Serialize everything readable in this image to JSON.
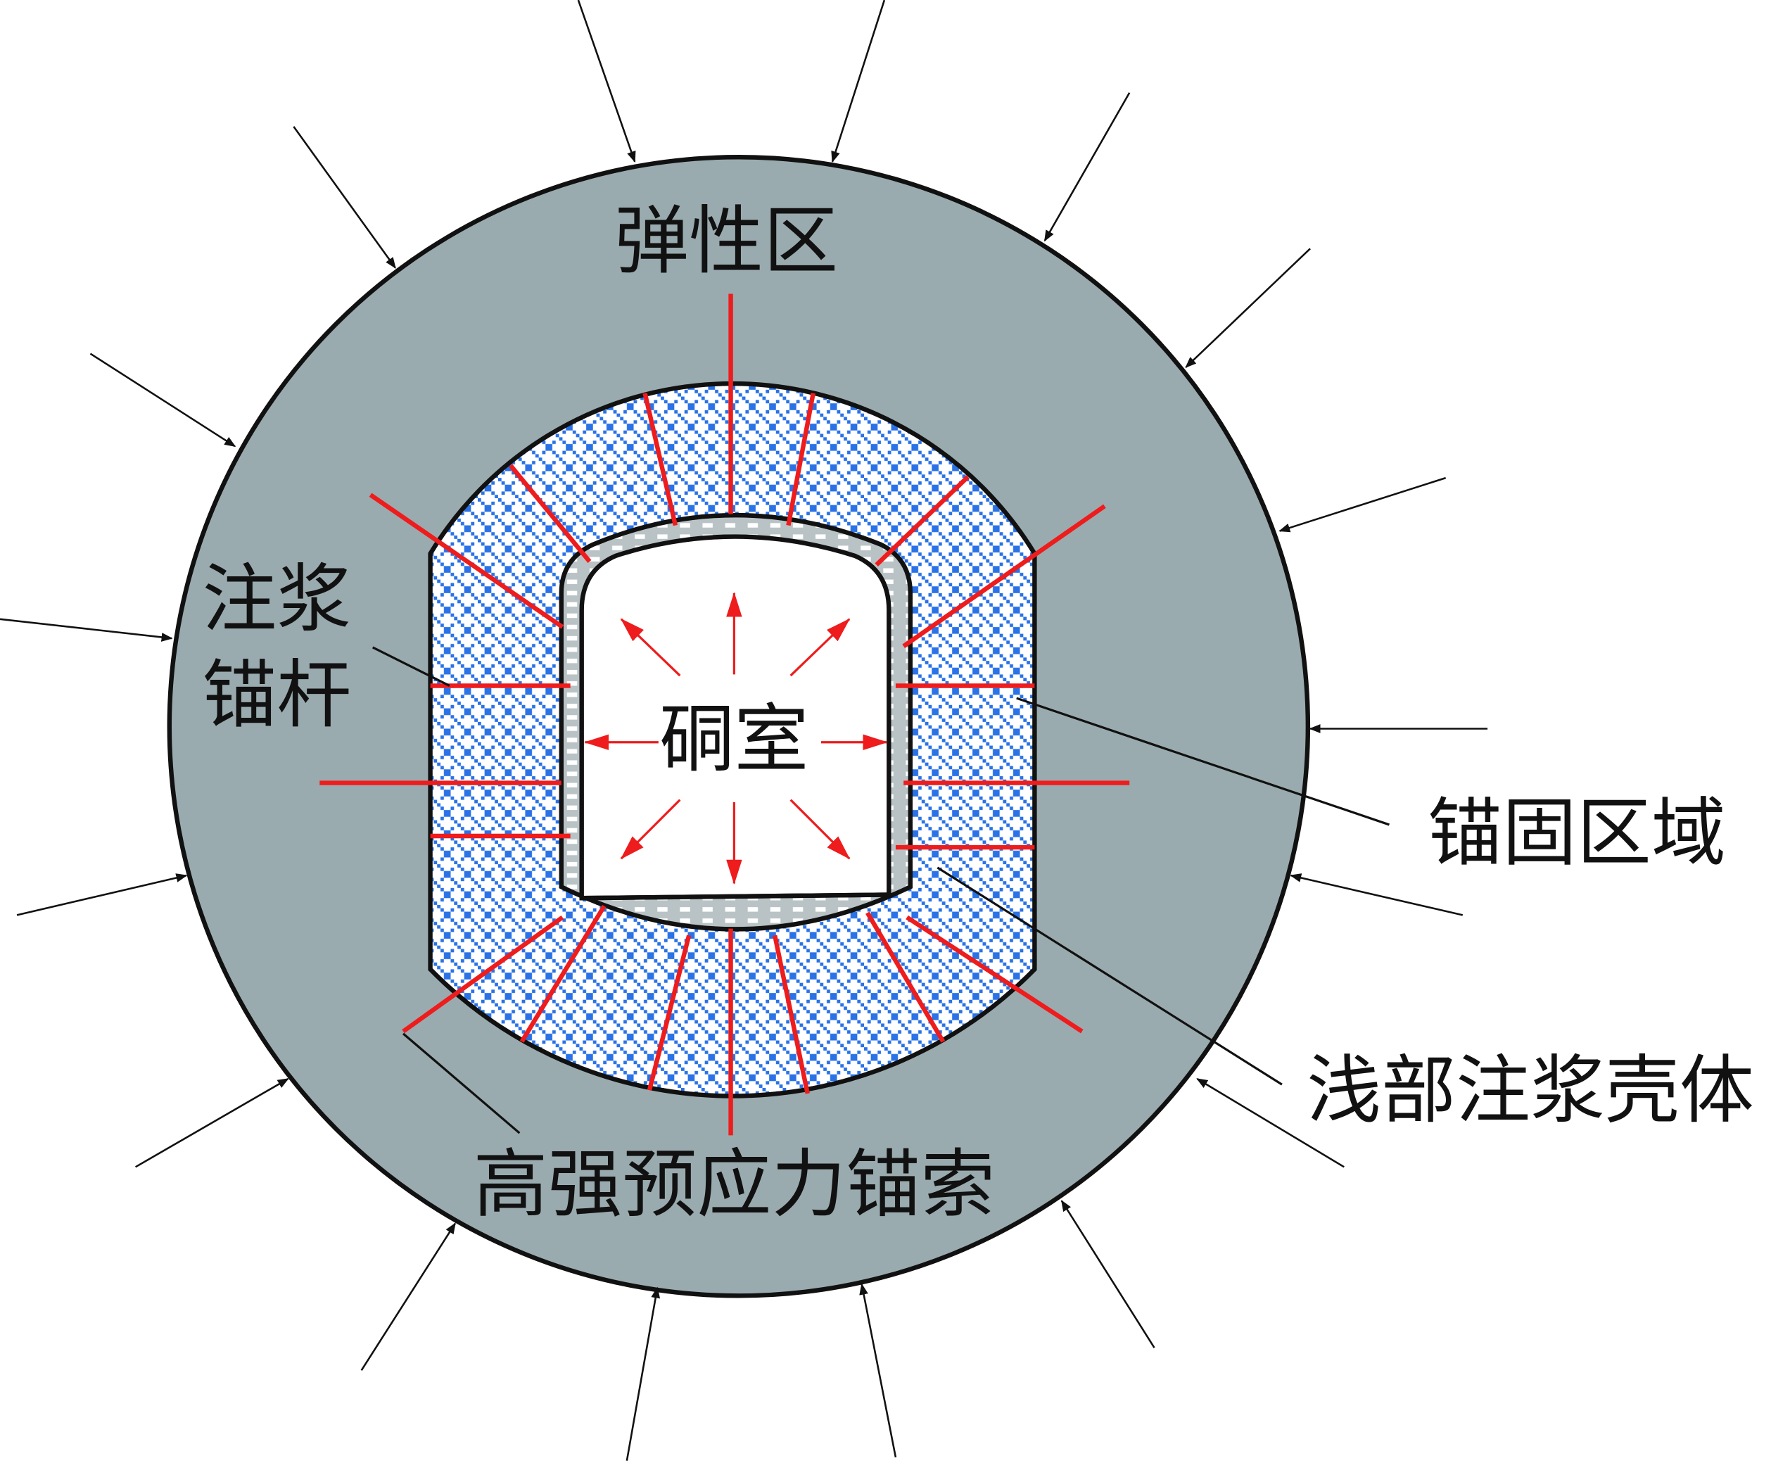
{
  "labels": {
    "elastic_zone": "弹性区",
    "grouted_bolt_line1": "注浆",
    "grouted_bolt_line2": "锚杆",
    "chamber": "硐室",
    "anchorage_zone": "锚固区域",
    "shallow_grout_shell": "浅部注浆壳体",
    "prestressed_cable": "高强预应力锚索"
  },
  "colors": {
    "elastic_zone_fill": "#9aabaf",
    "hatch_blue": "#2a72e6",
    "bolt_red": "#ee1c1c",
    "shell_gray": "#b9c3c5",
    "outline": "#111111"
  }
}
